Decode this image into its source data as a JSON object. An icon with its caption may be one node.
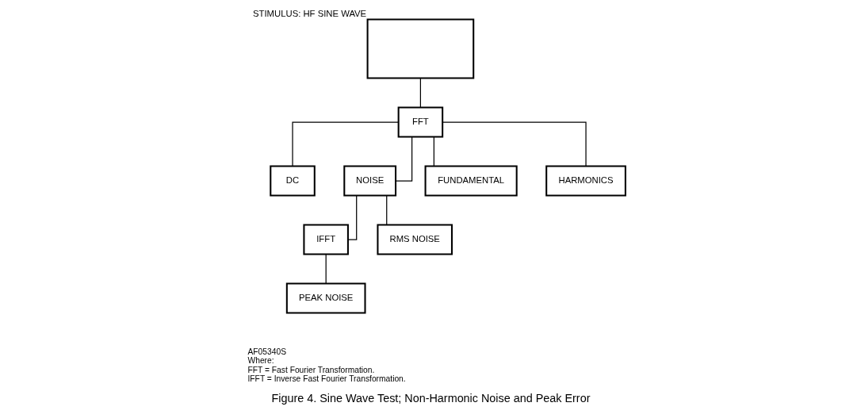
{
  "diagram": {
    "caption": "Figure 4. Sine Wave Test; Non-Harmonic Noise and Peak Error",
    "nodes": [
      {
        "text": [],
        "shape": "box",
        "beside": [
          "STIMULUS: HF SINE WAVE"
        ]
      },
      {
        "text": [
          "FFT"
        ]
      },
      {
        "text": [
          "DC"
        ]
      },
      {
        "text": [
          "NOISE"
        ]
      },
      {
        "text": [
          "FUNDAMENTAL"
        ]
      },
      {
        "text": [
          "HARMONICS"
        ]
      },
      {
        "text": [
          "IFFT"
        ]
      },
      {
        "text": [
          "RMS NOISE"
        ]
      },
      {
        "text": [
          "PEAK NOISE"
        ]
      }
    ],
    "edges": [
      {
        "from": 0,
        "to": 1,
        "arrow": "none"
      },
      {
        "from": 1,
        "to": 2,
        "arrow": "none"
      },
      {
        "from": 1,
        "to": 3,
        "arrow": "none"
      },
      {
        "from": 1,
        "to": 4,
        "arrow": "none"
      },
      {
        "from": 1,
        "to": 5,
        "arrow": "none"
      },
      {
        "from": 3,
        "to": 7,
        "arrow": "none"
      },
      {
        "from": 3,
        "to": 6,
        "arrow": "none"
      },
      {
        "from": 6,
        "to": 8,
        "arrow": "none"
      }
    ],
    "labels": [
      "AF05340S",
      "Where:",
      "FFT = Fast Fourier Transformation.",
      "IFFT = Inverse Fast Fourier Transformation."
    ]
  }
}
